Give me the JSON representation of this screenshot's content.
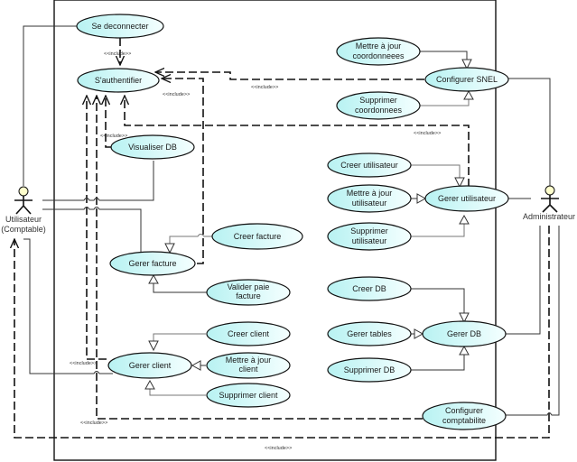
{
  "diagram": {
    "type": "uml-use-case",
    "colors": {
      "usecase_fill_start": "#b8f2f2",
      "usecase_fill_end": "#f4ffff",
      "actor_head": "#ffffcc",
      "line": "#333333"
    },
    "actors": [
      {
        "id": "utilisateur",
        "label_line1": "Utilisateur",
        "label_line2": "(Comptable)"
      },
      {
        "id": "administrateur",
        "label_line1": "Administrateur",
        "label_line2": ""
      }
    ],
    "use_cases": [
      {
        "id": "se_deconnecter",
        "line1": "Se deconnecter",
        "line2": ""
      },
      {
        "id": "s_authentifier",
        "line1": "S'authentifier",
        "line2": ""
      },
      {
        "id": "visualiser_db",
        "line1": "Visualiser DB",
        "line2": ""
      },
      {
        "id": "creer_facture",
        "line1": "Creer facture",
        "line2": ""
      },
      {
        "id": "gerer_facture",
        "line1": "Gerer facture",
        "line2": ""
      },
      {
        "id": "valider_paie_facture",
        "line1": "Valider paie",
        "line2": "facture"
      },
      {
        "id": "creer_client",
        "line1": "Creer client",
        "line2": ""
      },
      {
        "id": "gerer_client",
        "line1": "Gerer  client",
        "line2": ""
      },
      {
        "id": "mettre_a_jour_client",
        "line1": "Mettre à jour",
        "line2": "client"
      },
      {
        "id": "supprimer_client",
        "line1": "Supprimer client",
        "line2": ""
      },
      {
        "id": "mettre_a_jour_coordonnees",
        "line1": "Mettre à jour",
        "line2": "coordonneees"
      },
      {
        "id": "configurer_snel",
        "line1": "Configurer SNEL",
        "line2": ""
      },
      {
        "id": "supprimer_coordonnees",
        "line1": "Supprimer",
        "line2": "coordonnees"
      },
      {
        "id": "creer_utilisateur",
        "line1": "Creer utilisateur",
        "line2": ""
      },
      {
        "id": "mettre_a_jour_utilisateur",
        "line1": "Mettre à jour",
        "line2": "utilisateur"
      },
      {
        "id": "gerer_utilisateur",
        "line1": "Gerer utilisateur",
        "line2": ""
      },
      {
        "id": "supprimer_utilisateur",
        "line1": "Supprimer",
        "line2": "utilisateur"
      },
      {
        "id": "creer_db",
        "line1": "Creer DB",
        "line2": ""
      },
      {
        "id": "gerer_tables",
        "line1": "Gerer tables",
        "line2": ""
      },
      {
        "id": "gerer_db",
        "line1": "Gerer DB",
        "line2": ""
      },
      {
        "id": "supprimer_db",
        "line1": "Supprimer DB",
        "line2": ""
      },
      {
        "id": "configurer_comptabilite",
        "line1": "Configurer",
        "line2": "comptabilite"
      }
    ],
    "include_label": "<<include>>",
    "relationships": [
      {
        "type": "include",
        "from": "se_deconnecter",
        "to": "s_authentifier"
      },
      {
        "type": "include",
        "from": "configurer_snel",
        "to": "s_authentifier"
      },
      {
        "type": "include",
        "from": "gerer_utilisateur",
        "to": "s_authentifier"
      },
      {
        "type": "include",
        "from": "visualiser_db",
        "to": "s_authentifier"
      },
      {
        "type": "include",
        "from": "gerer_facture",
        "to": "s_authentifier"
      },
      {
        "type": "include",
        "from": "gerer_client",
        "to": "s_authentifier"
      },
      {
        "type": "include",
        "from": "configurer_comptabilite",
        "to": "s_authentifier"
      },
      {
        "type": "include",
        "from": "administrateur",
        "to": "utilisateur"
      },
      {
        "type": "extend",
        "from": "creer_facture",
        "to": "gerer_facture"
      },
      {
        "type": "extend",
        "from": "valider_paie_facture",
        "to": "gerer_facture"
      },
      {
        "type": "extend",
        "from": "creer_client",
        "to": "gerer_client"
      },
      {
        "type": "extend",
        "from": "mettre_a_jour_client",
        "to": "gerer_client"
      },
      {
        "type": "extend",
        "from": "supprimer_client",
        "to": "gerer_client"
      },
      {
        "type": "extend",
        "from": "mettre_a_jour_coordonnees",
        "to": "configurer_snel"
      },
      {
        "type": "extend",
        "from": "supprimer_coordonnees",
        "to": "configurer_snel"
      },
      {
        "type": "extend",
        "from": "creer_utilisateur",
        "to": "gerer_utilisateur"
      },
      {
        "type": "extend",
        "from": "mettre_a_jour_utilisateur",
        "to": "gerer_utilisateur"
      },
      {
        "type": "extend",
        "from": "supprimer_utilisateur",
        "to": "gerer_utilisateur"
      },
      {
        "type": "extend",
        "from": "creer_db",
        "to": "gerer_db"
      },
      {
        "type": "extend",
        "from": "gerer_tables",
        "to": "gerer_db"
      },
      {
        "type": "extend",
        "from": "supprimer_db",
        "to": "gerer_db"
      },
      {
        "type": "association",
        "from": "utilisateur",
        "to": "se_deconnecter"
      },
      {
        "type": "association",
        "from": "utilisateur",
        "to": "visualiser_db"
      },
      {
        "type": "association",
        "from": "utilisateur",
        "to": "gerer_facture"
      },
      {
        "type": "association",
        "from": "utilisateur",
        "to": "gerer_client"
      },
      {
        "type": "association",
        "from": "administrateur",
        "to": "configurer_snel"
      },
      {
        "type": "association",
        "from": "administrateur",
        "to": "gerer_utilisateur"
      },
      {
        "type": "association",
        "from": "administrateur",
        "to": "gerer_db"
      },
      {
        "type": "association",
        "from": "administrateur",
        "to": "configurer_comptabilite"
      }
    ]
  }
}
